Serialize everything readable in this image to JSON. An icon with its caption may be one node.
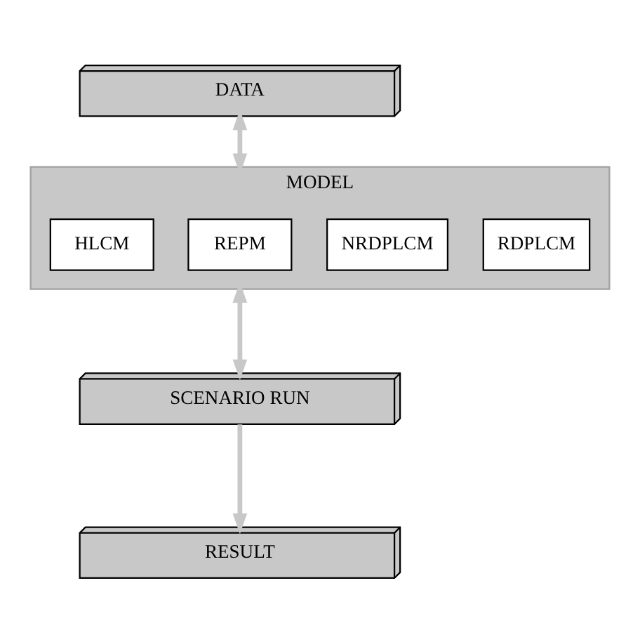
{
  "diagram": {
    "nodes": [
      {
        "text": [
          "DATA"
        ]
      },
      {
        "text": [
          "MODEL"
        ]
      },
      {
        "text": [
          "RDPLCM"
        ],
        "in": 1
      },
      {
        "text": [
          "NRDPLCM"
        ],
        "in": 1
      },
      {
        "text": [
          "REPM"
        ],
        "in": 1
      },
      {
        "text": [
          "HLCM"
        ],
        "in": 1
      },
      {
        "text": [
          "SCENARIO RUN"
        ]
      },
      {
        "text": [
          "RESULT"
        ]
      }
    ],
    "edges": [
      {
        "from": 0,
        "to": 1,
        "arrow": "both"
      },
      {
        "from": 1,
        "to": 6,
        "arrow": "both"
      },
      {
        "from": 6,
        "to": 7,
        "arrow": "to"
      }
    ]
  }
}
